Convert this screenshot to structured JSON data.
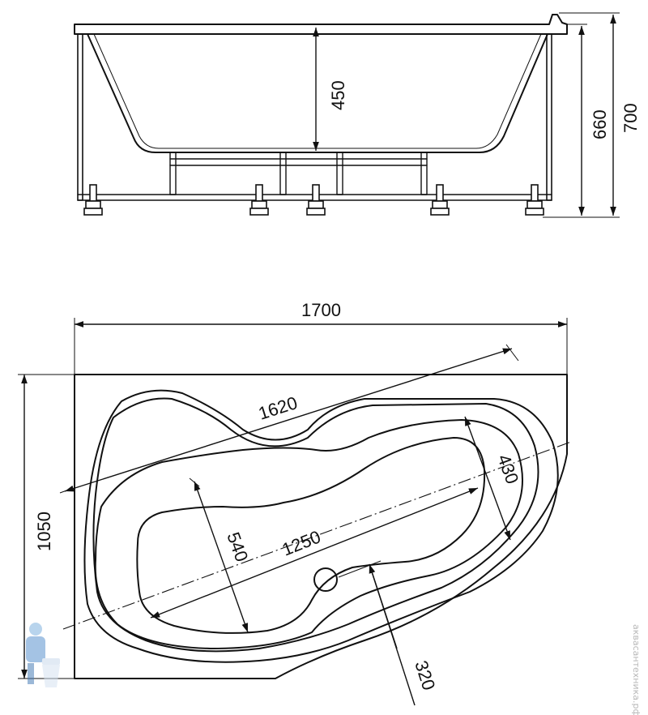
{
  "dimensions": {
    "depth": "450",
    "height_inner": "660",
    "height_total": "700",
    "length": "1700",
    "width": "1050",
    "diagonal": "1620",
    "inner_length": "1250",
    "inner_width": "540",
    "end_width": "430",
    "drain_offset": "320"
  },
  "watermark": "аквасантехника.рф"
}
